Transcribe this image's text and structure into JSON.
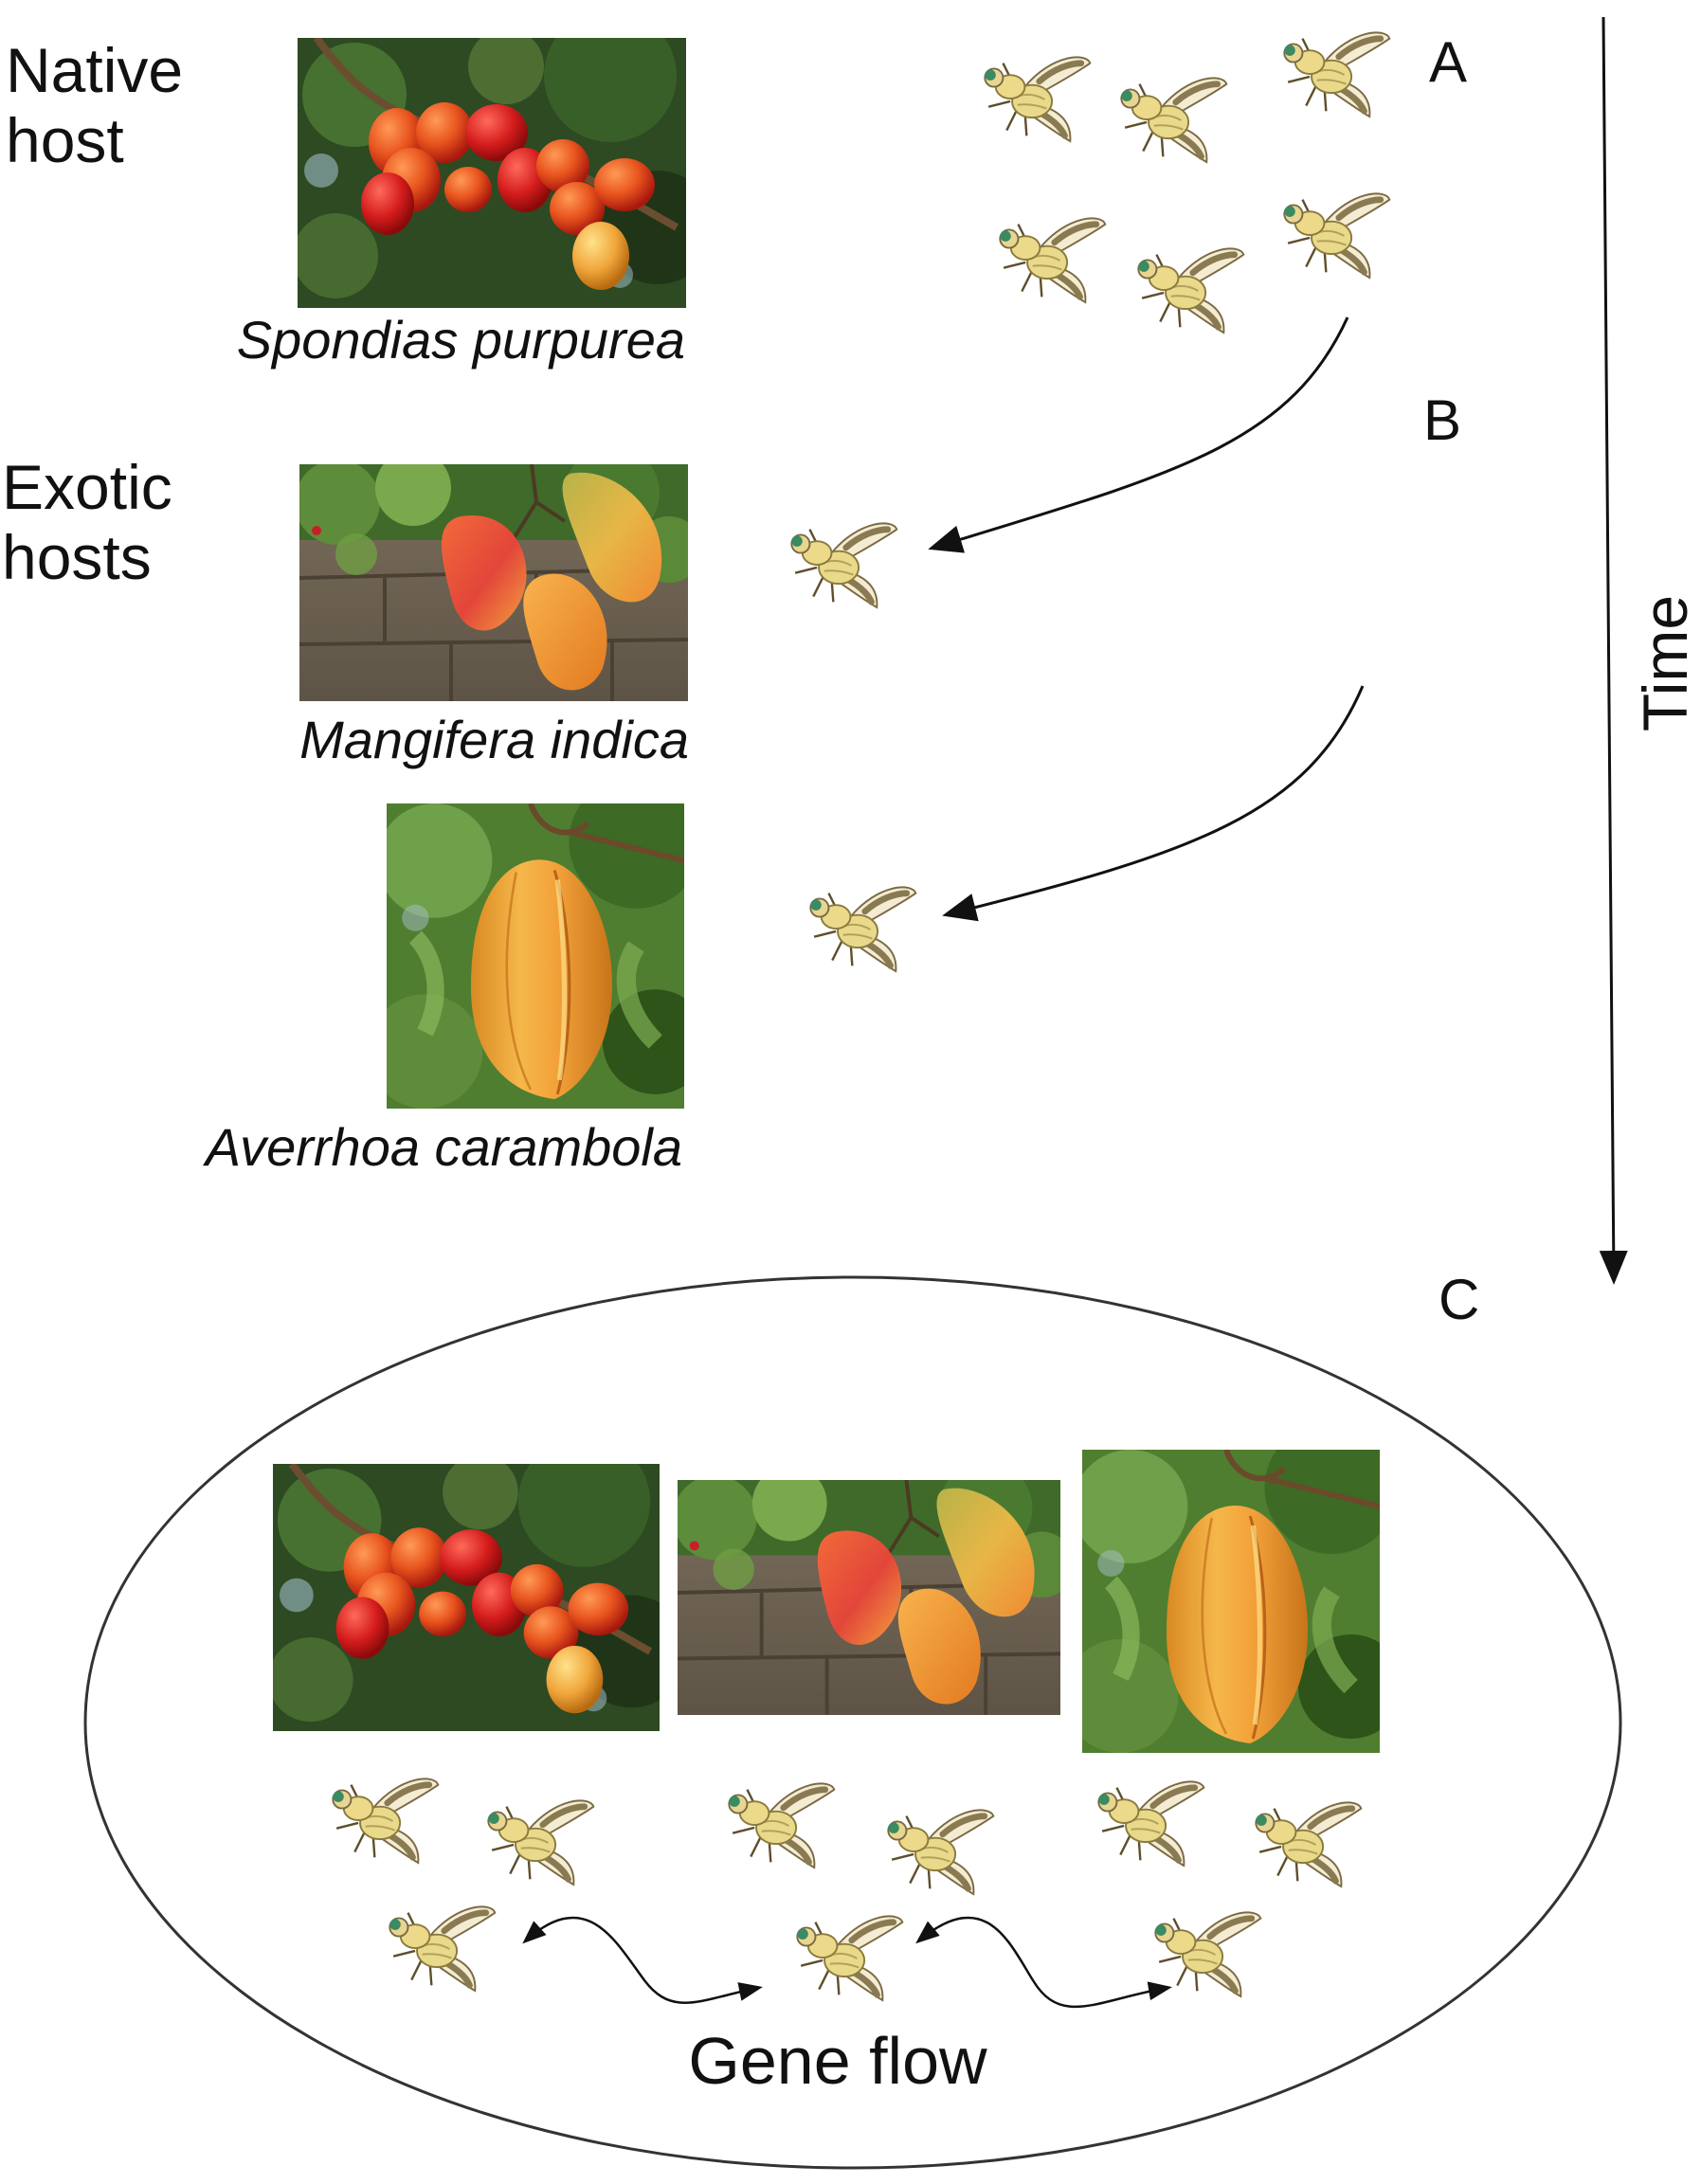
{
  "labels": {
    "native_host": "Native\nhost",
    "exotic_hosts": "Exotic\nhosts",
    "stage_a": "A",
    "stage_b": "B",
    "stage_c": "C",
    "time": "Time",
    "gene_flow": "Gene flow"
  },
  "species": {
    "spondias": "Spondias purpurea",
    "mangifera": "Mangifera indica",
    "averrhoa": "Averrhoa carambola"
  },
  "icons": {
    "fly": "fruit-fly-icon",
    "spondias_photo": "spondias-fruit-photo",
    "mango_photo": "mango-fruit-photo",
    "starfruit_photo": "starfruit-photo"
  },
  "colors": {
    "spondias_fruit": "#e8541e",
    "mango_fruit": "#f2a33a",
    "starfruit": "#f0a53a",
    "foliage": "#4e7a2c",
    "fly_body": "#e9d98a",
    "fly_wing_band": "#8a7a52"
  }
}
